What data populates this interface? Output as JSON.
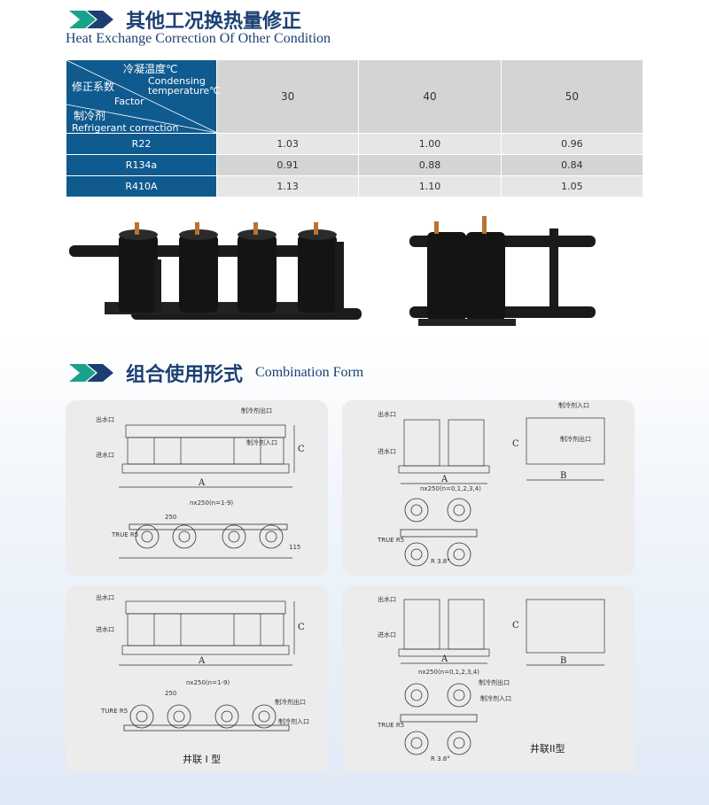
{
  "section1": {
    "title": "其他工况换热量修正",
    "subtitle": "Heat Exchange Correction Of Other Condition"
  },
  "table": {
    "header": {
      "temp_cn": "冷凝温度℃",
      "temp_en_1": "Condensing",
      "temp_en_2": "temperature℃",
      "factor_cn": "修正系数",
      "factor_en": "Factor",
      "refrigerant_cn": "制冷剂",
      "refrigerant_en": "Refrigerant correction"
    },
    "temperatures": [
      "30",
      "40",
      "50"
    ],
    "rows": [
      {
        "name": "R22",
        "values": [
          "1.03",
          "1.00",
          "0.96"
        ]
      },
      {
        "name": "R134a",
        "values": [
          "0.91",
          "0.88",
          "0.84"
        ]
      },
      {
        "name": "R410A",
        "values": [
          "1.13",
          "1.10",
          "1.05"
        ]
      }
    ]
  },
  "section2": {
    "title": "组合使用形式",
    "subtitle": "Combination Form"
  },
  "drawing_labels": {
    "water_out": "出水口",
    "water_in": "进水口",
    "ref_out": "制冷剂出口",
    "ref_in": "制冷剂入口",
    "dim_a": "A",
    "dim_b": "B",
    "dim_c": "C",
    "pitch_n19": "nx250(n=1-9)",
    "pitch_n1234": "nx250(n=0,1,2,3,4)",
    "pitch_250": "250",
    "true_r": "TRUE R5",
    "ture_r": "TURE R5",
    "dim_115": "115",
    "angle": "R 3.8°",
    "type_1": "井联 I 型",
    "type_2": "井联II型"
  },
  "colors": {
    "brand_blue": "#1c3f73",
    "table_blue": "#0f5a8f",
    "accent_teal": "#1aa38a"
  }
}
